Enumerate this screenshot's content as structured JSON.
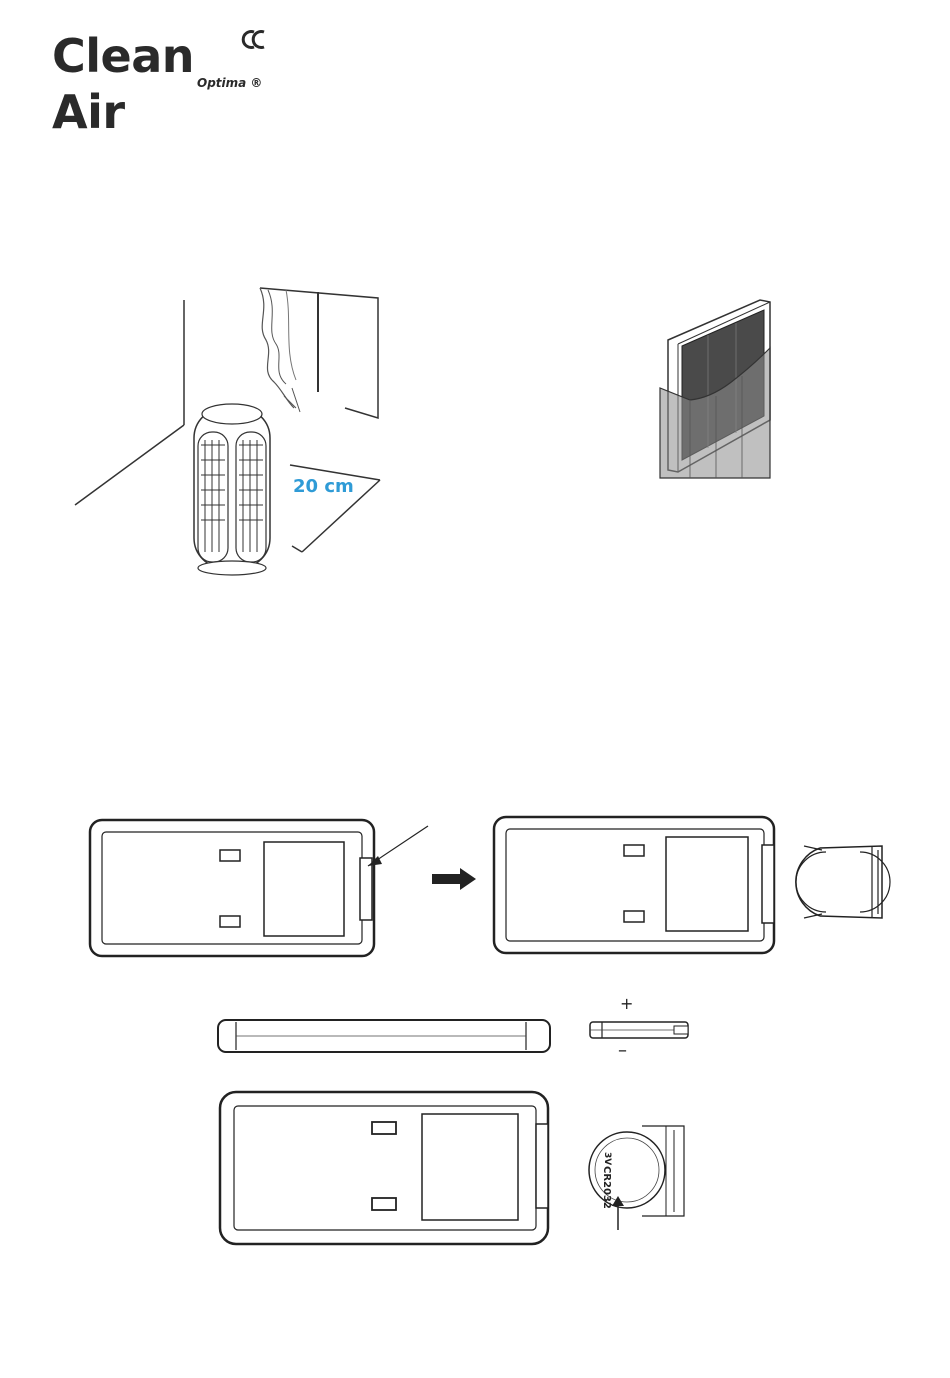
{
  "logo": {
    "brand": "Clean Air",
    "sub": "Optima ®"
  },
  "placement": {
    "distance_label": "20 cm",
    "accent": "#2f9bd6"
  },
  "battery": {
    "plus": "+",
    "minus": "–",
    "cell_marking": "CR2032",
    "cell_voltage": "3V"
  }
}
